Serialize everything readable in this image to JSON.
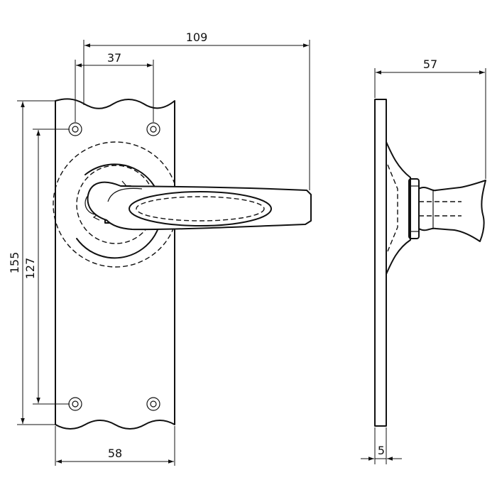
{
  "dimensions": {
    "total_length": "109",
    "hole_spacing_width": "37",
    "side_depth": "57",
    "plate_height": "155",
    "hole_spacing_height": "127",
    "plate_width": "58",
    "plate_thickness": "5"
  },
  "colors": {
    "line": "#111111",
    "background": "#ffffff"
  }
}
